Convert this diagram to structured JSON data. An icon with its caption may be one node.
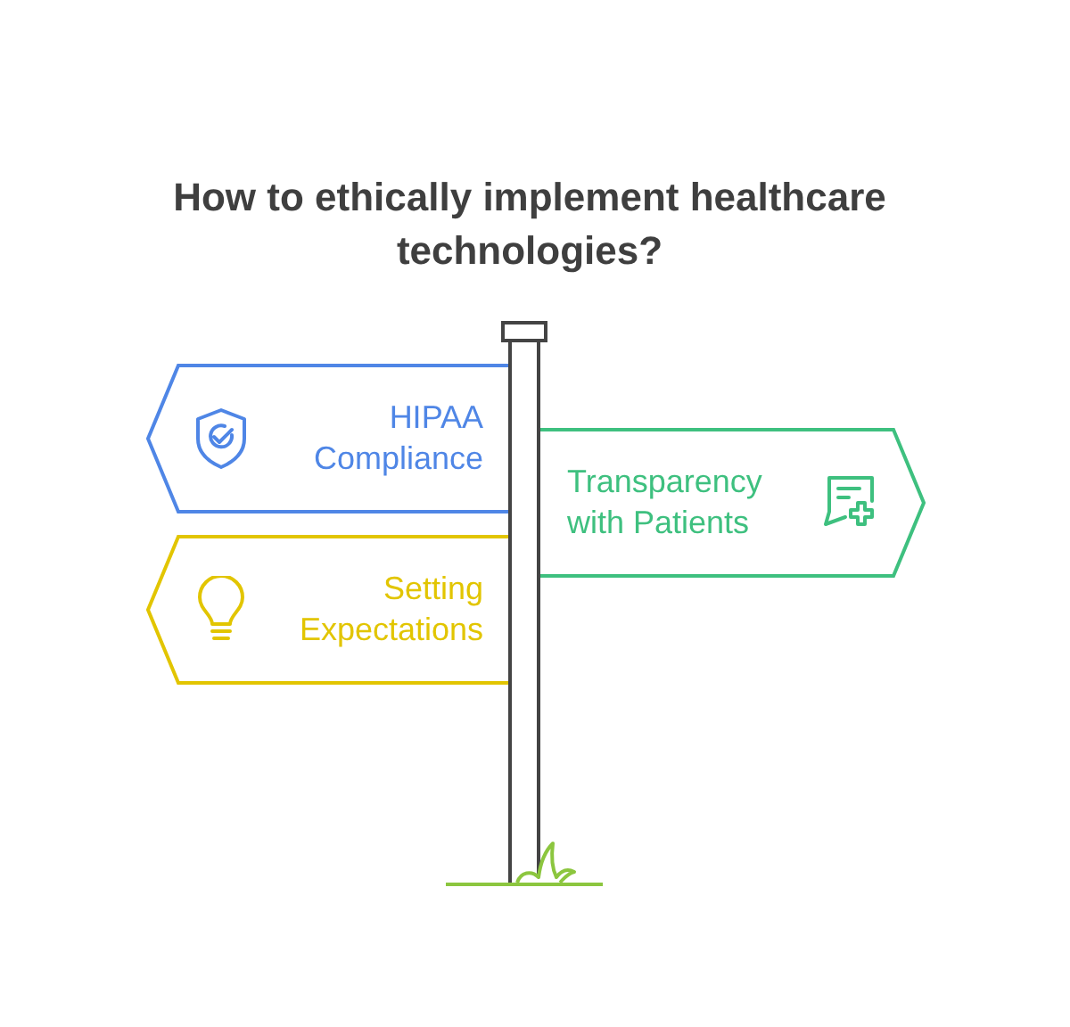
{
  "diagram": {
    "title": "How to ethically implement healthcare technologies?",
    "nodes": [
      {
        "text": [
          "HIPAA Compliance"
        ]
      },
      {
        "text": [
          "Transparency with Patients"
        ]
      },
      {
        "text": [
          "Setting Expectations"
        ]
      }
    ]
  }
}
